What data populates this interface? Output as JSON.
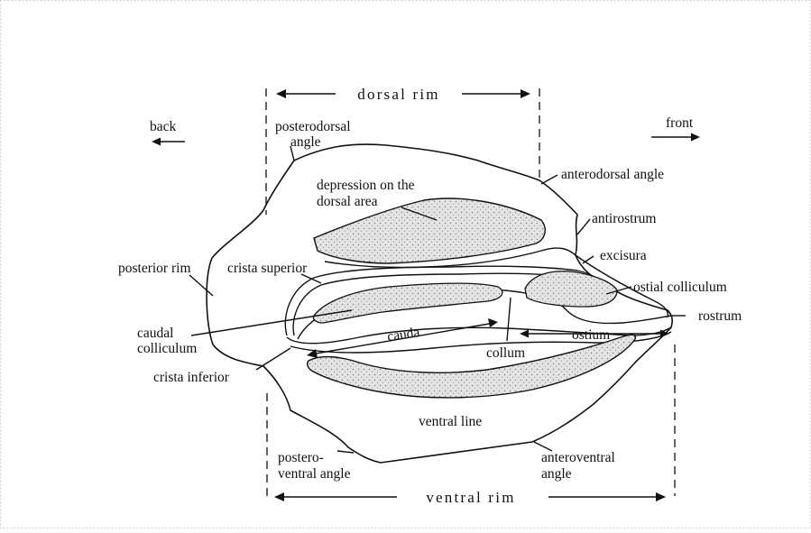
{
  "labels": {
    "dorsal_rim": "dorsal rim",
    "ventral_rim": "ventral rim",
    "back": "back",
    "front": "front",
    "posterodorsal_angle_1": "posterodorsal",
    "posterodorsal_angle_2": "angle",
    "anterodorsal_angle": "anterodorsal angle",
    "depression_1": "depression on the",
    "depression_2": "dorsal area",
    "antirostrum": "antirostrum",
    "excisura": "excisura",
    "posterior_rim": "posterior rim",
    "crista_superior": "crista superior",
    "ostial_colliculum": "ostial colliculum",
    "rostrum": "rostrum",
    "caudal_colliculum_1": "caudal",
    "caudal_colliculum_2": "colliculum",
    "cauda": "cauda",
    "ostium": "ostium",
    "collum": "collum",
    "crista_inferior": "crista inferior",
    "ventral_line": "ventral line",
    "posteroventral_angle_1": "postero-",
    "posteroventral_angle_2": "ventral angle",
    "anteroventral_angle_1": "anteroventral",
    "anteroventral_angle_2": "angle"
  },
  "colors": {
    "ink": "#111111",
    "stipple": "#9a9a9a",
    "background": "#ffffff"
  }
}
